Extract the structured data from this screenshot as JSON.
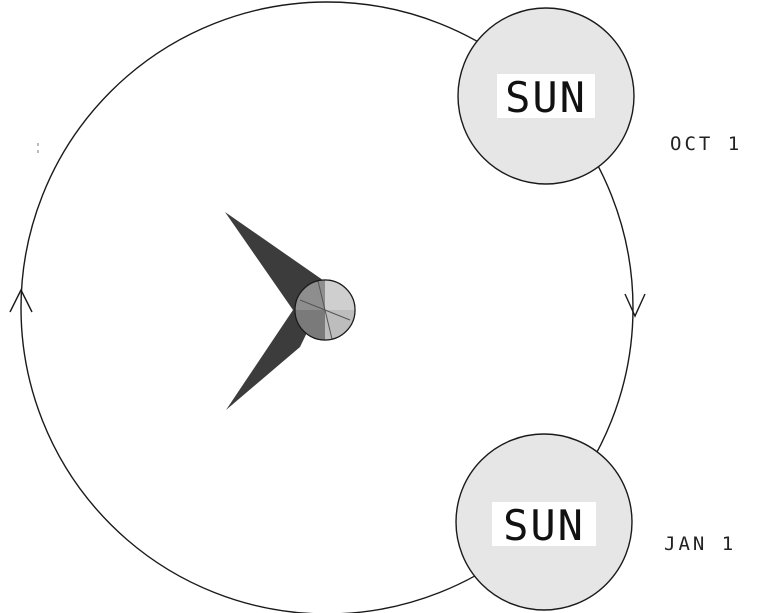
{
  "diagram": {
    "sun_top": {
      "label": "SUN",
      "date": "OCT 1"
    },
    "sun_bottom": {
      "label": "SUN",
      "date": "JAN 1"
    },
    "colors": {
      "sun_fill": "#e6e6e6",
      "line": "#1a1a1a",
      "shadow_dark": "#3c3c3c",
      "earth_light": "#c8c8c8",
      "earth_mid": "#8c8c8c"
    }
  }
}
